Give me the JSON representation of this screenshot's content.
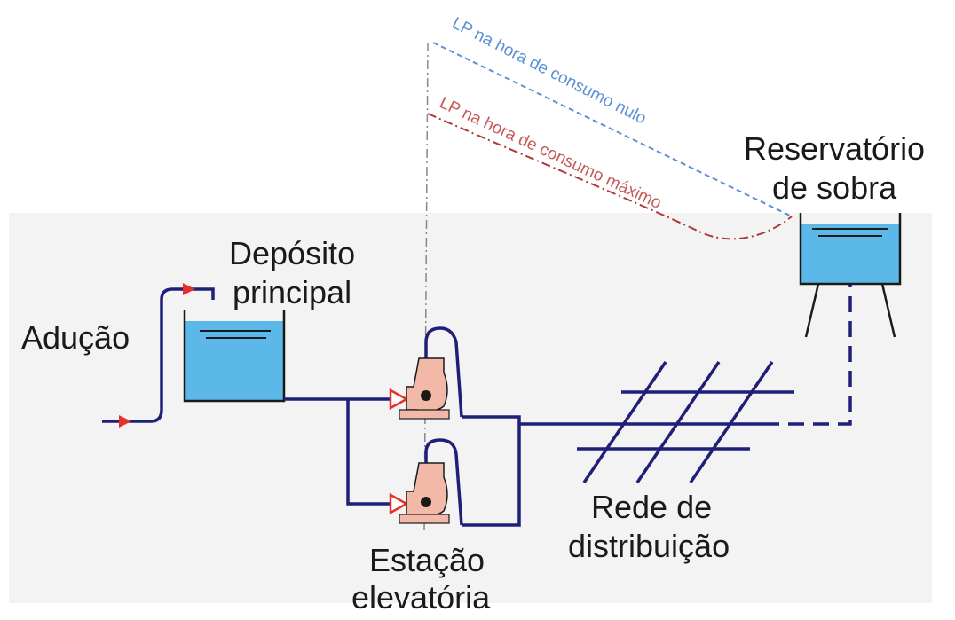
{
  "labels": {
    "aducao": "Adução",
    "deposito_line1": "Depósito",
    "deposito_line2": "principal",
    "reservatorio_line1": "Reservatório",
    "reservatorio_line2": "de sobra",
    "estacao_line1": "Estação",
    "estacao_line2": "elevatória",
    "rede_line1": "Rede de",
    "rede_line2": "distribuição",
    "lp_nulo": "LP na hora de consumo nulo",
    "lp_maximo": "LP na hora de consumo máximo"
  },
  "colors": {
    "pipe": "#1f1f7a",
    "water": "#5bb8e8",
    "tank_outline": "#1a1a1a",
    "arrow": "#e8302a",
    "pump": "#f2b8a8",
    "lp_nulo": "#5b8fd6",
    "lp_maximo": "#b03a3a",
    "background_panel": "#f1f1f1"
  }
}
